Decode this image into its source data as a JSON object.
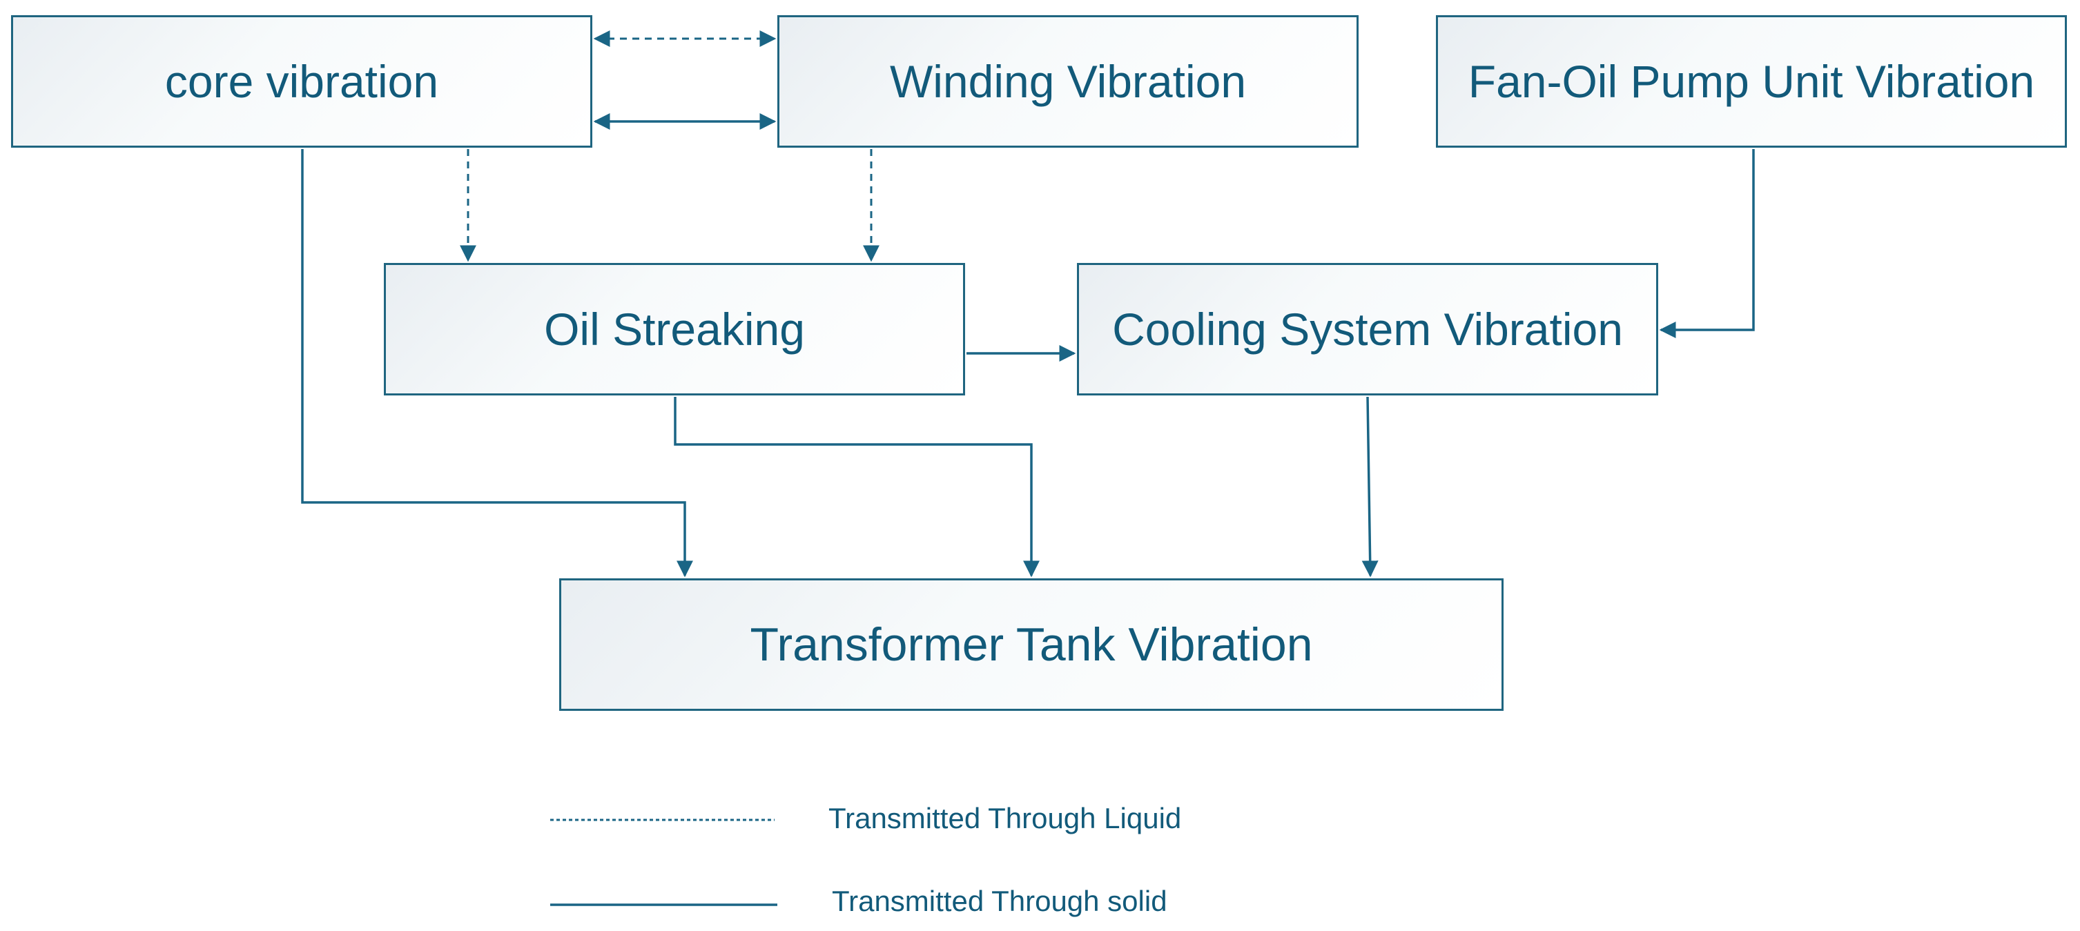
{
  "nodes": {
    "core_vibration": "core vibration",
    "winding_vibration": "Winding Vibration",
    "fan_oil_pump_vibration": "Fan-Oil Pump Unit Vibration",
    "oil_streaking": "Oil Streaking",
    "cooling_system_vibration": "Cooling System Vibration",
    "transformer_tank_vibration": "Transformer Tank Vibration"
  },
  "edges": [
    {
      "from": "core_vibration",
      "to": "winding_vibration",
      "type": "liquid",
      "bidirectional": true
    },
    {
      "from": "core_vibration",
      "to": "winding_vibration",
      "type": "solid",
      "bidirectional": true
    },
    {
      "from": "core_vibration",
      "to": "oil_streaking",
      "type": "liquid"
    },
    {
      "from": "winding_vibration",
      "to": "oil_streaking",
      "type": "liquid"
    },
    {
      "from": "oil_streaking",
      "to": "cooling_system_vibration",
      "type": "solid"
    },
    {
      "from": "fan_oil_pump_vibration",
      "to": "cooling_system_vibration",
      "type": "solid"
    },
    {
      "from": "core_vibration",
      "to": "transformer_tank_vibration",
      "type": "solid"
    },
    {
      "from": "oil_streaking",
      "to": "transformer_tank_vibration",
      "type": "solid"
    },
    {
      "from": "cooling_system_vibration",
      "to": "transformer_tank_vibration",
      "type": "solid"
    }
  ],
  "legend": {
    "liquid_label": "Transmitted Through Liquid",
    "solid_label": "Transmitted Through solid"
  },
  "colors": {
    "line": "#1a6585",
    "text": "#125a7a",
    "box_border": "#1f6580"
  }
}
